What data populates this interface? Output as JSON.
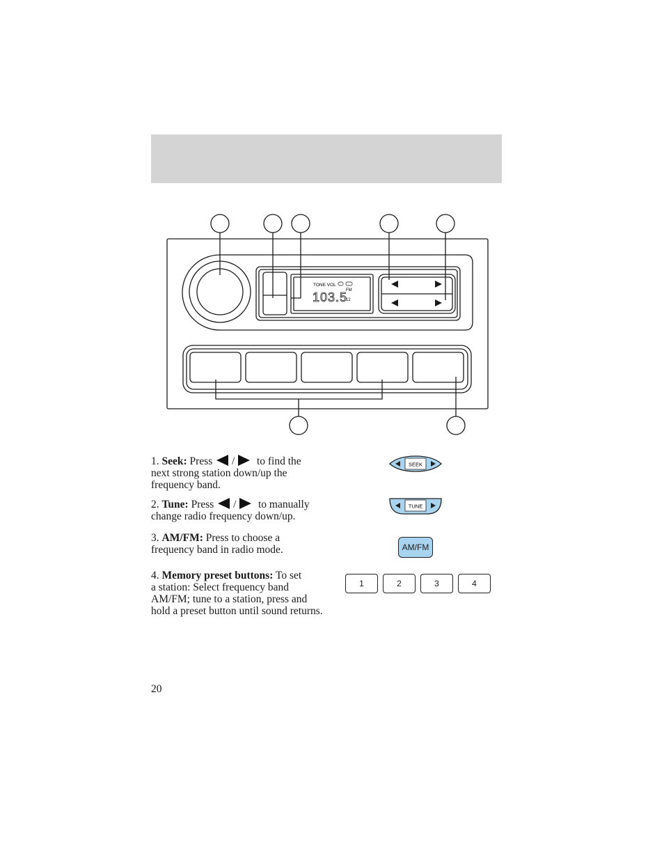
{
  "header": {
    "band_color": "#d4d4d4"
  },
  "radio_display": {
    "tone_label": "TONE VOL",
    "frequency": "103.5",
    "band": "FM",
    "preset_number": "12"
  },
  "items": [
    {
      "number": "1.",
      "term": "Seek:",
      "text_before": "Press",
      "sep": "/",
      "text_after": "to find the",
      "line2": "next strong station down/up the",
      "line3": "frequency band."
    },
    {
      "number": "2.",
      "term": "Tune:",
      "text_before": "Press",
      "sep": "/",
      "text_after": "to manually",
      "line2": "change radio frequency down/up."
    },
    {
      "number": "3.",
      "term": "AM/FM:",
      "text": "Press to choose a",
      "line2": "frequency band in radio mode."
    },
    {
      "number": "4.",
      "term": "Memory preset buttons:",
      "text": "To set",
      "line2": "a station: Select frequency band",
      "line3": "AM/FM; tune to a station, press and",
      "line4": "hold a preset button until sound returns."
    }
  ],
  "illustrations": {
    "seek_label": "SEEK",
    "tune_label": "TUNE",
    "amfm_label": "AM/FM",
    "preset_labels": [
      "1",
      "2",
      "3",
      "4"
    ],
    "button_fill": "#a9d4f0"
  },
  "page_number": "20"
}
